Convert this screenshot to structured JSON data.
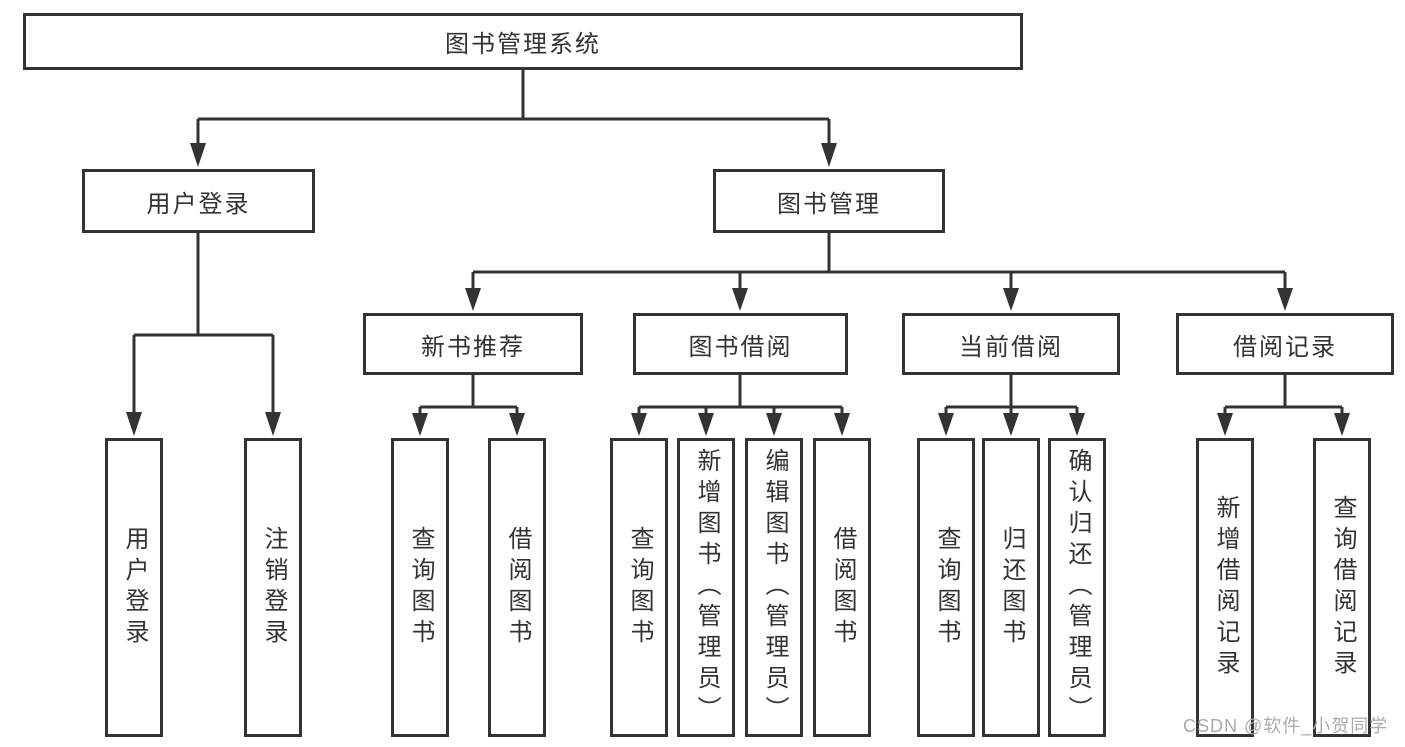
{
  "diagram": {
    "root": {
      "label": "图书管理系统"
    },
    "branches": {
      "user_login": {
        "label": "用户登录",
        "children": [
          {
            "label": "用户登录"
          },
          {
            "label": "注销登录"
          }
        ]
      },
      "book_management": {
        "label": "图书管理",
        "children": [
          {
            "label": "新书推荐",
            "children": [
              {
                "label": "查询图书"
              },
              {
                "label": "借阅图书"
              }
            ]
          },
          {
            "label": "图书借阅",
            "children": [
              {
                "label": "查询图书"
              },
              {
                "label": "新增图书（管理员）"
              },
              {
                "label": "编辑图书（管理员）"
              },
              {
                "label": "借阅图书"
              }
            ]
          },
          {
            "label": "当前借阅",
            "children": [
              {
                "label": "查询图书"
              },
              {
                "label": "归还图书"
              },
              {
                "label": "确认归还（管理员）"
              }
            ]
          },
          {
            "label": "借阅记录",
            "children": [
              {
                "label": "新增借阅记录"
              },
              {
                "label": "查询借阅记录"
              }
            ]
          }
        ]
      }
    },
    "colors": {
      "line": "#333333",
      "box_border": "#333333",
      "text": "#333333",
      "background": "#ffffff",
      "watermark": "#ababab"
    },
    "watermark": "CSDN @软件_小贺同学"
  }
}
